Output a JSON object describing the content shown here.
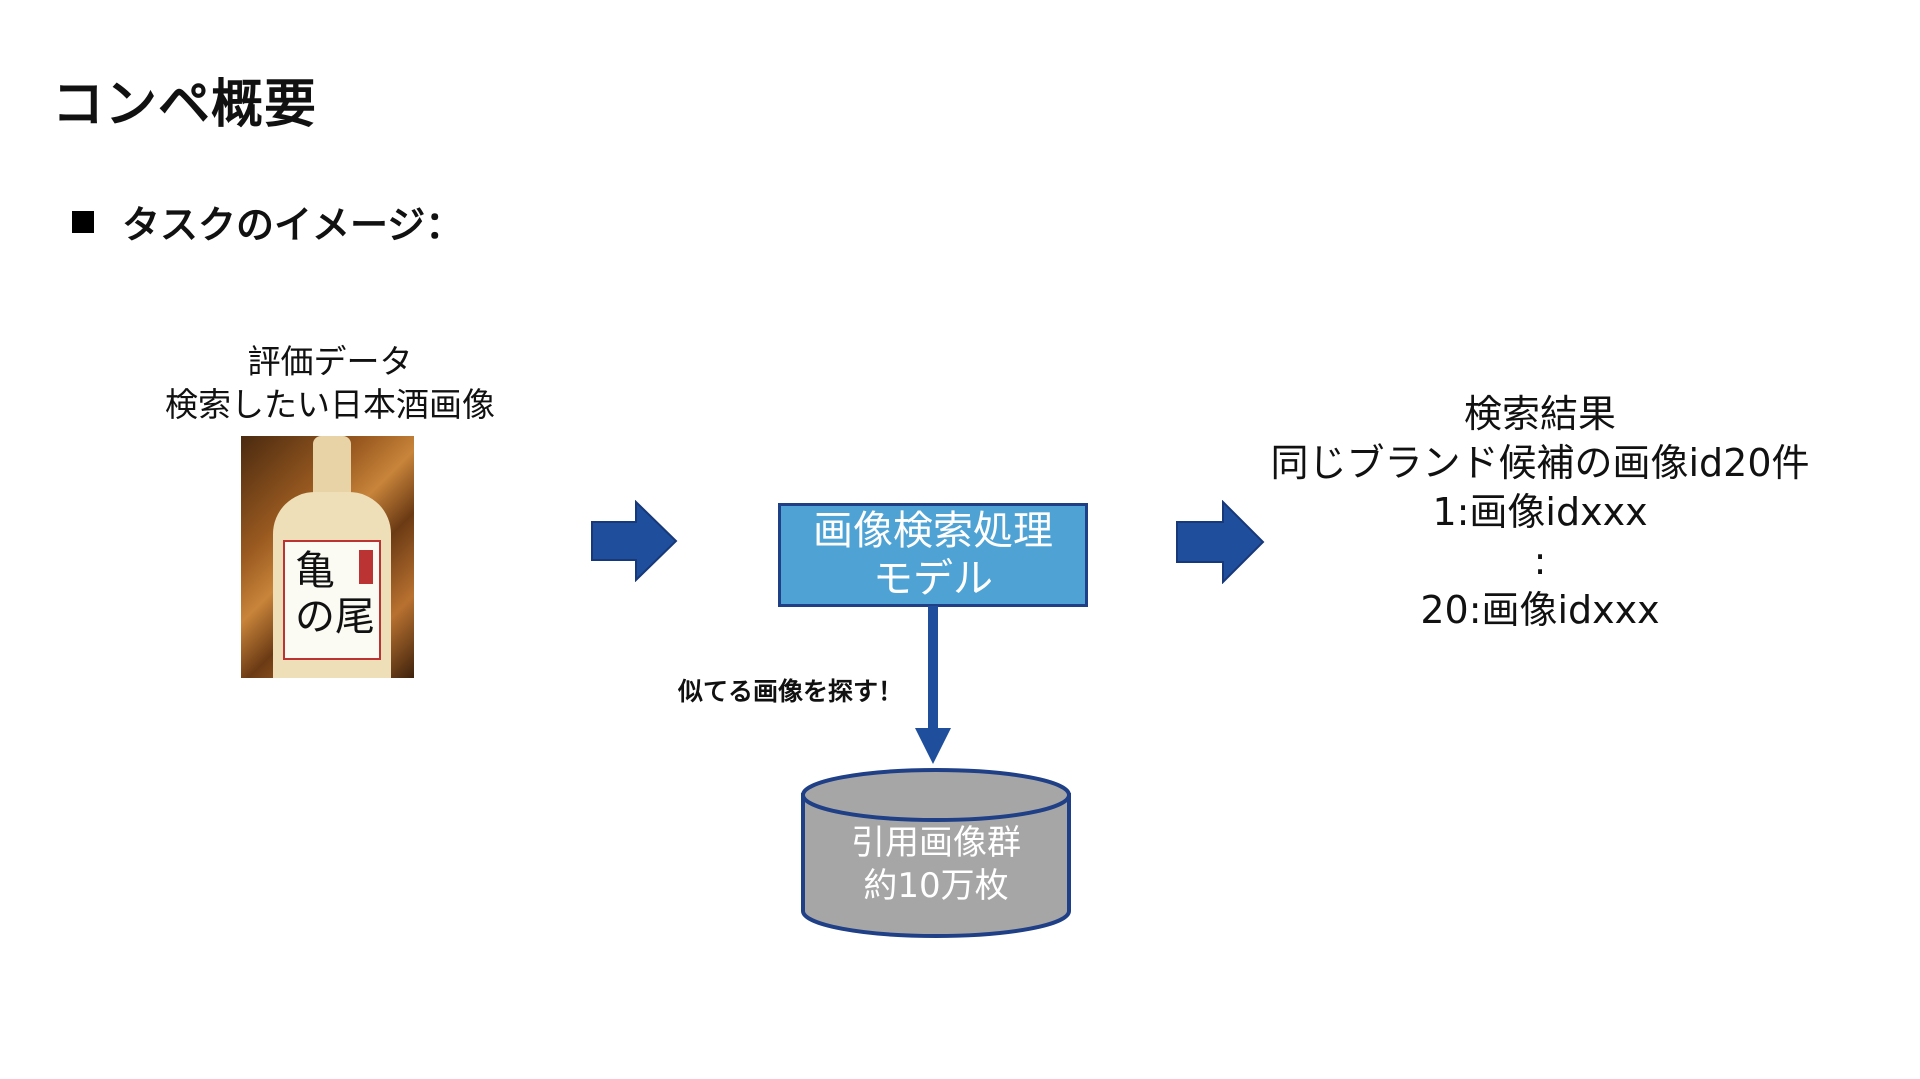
{
  "page": {
    "title": "コンペ概要",
    "section_label": "タスクのイメージ："
  },
  "evaluation": {
    "line1": "評価データ",
    "line2": "検索したい日本酒画像",
    "bottle_label_text": "亀の尾"
  },
  "model": {
    "line1": "画像検索処理",
    "line2": "モデル"
  },
  "search_arrow_label": "似てる画像を探す！",
  "reference_db": {
    "line1": "引用画像群",
    "line2": "約10万枚"
  },
  "result": {
    "line1": "検索結果",
    "line2": "同じブランド候補の画像id20件",
    "line3": "1:画像idxxx",
    "line4": ":",
    "line5": "20:画像idxxx"
  },
  "colors": {
    "arrow": "#1f4e9c",
    "model_fill": "#4fa3d4",
    "model_border": "#1f3f86",
    "db_fill": "#a6a6a6",
    "db_border": "#1f3f86"
  },
  "icons": {
    "section_bullet": "black-square",
    "flow_arrow": "right-block-arrow",
    "down_arrow": "down-arrow",
    "database": "cylinder-database"
  }
}
